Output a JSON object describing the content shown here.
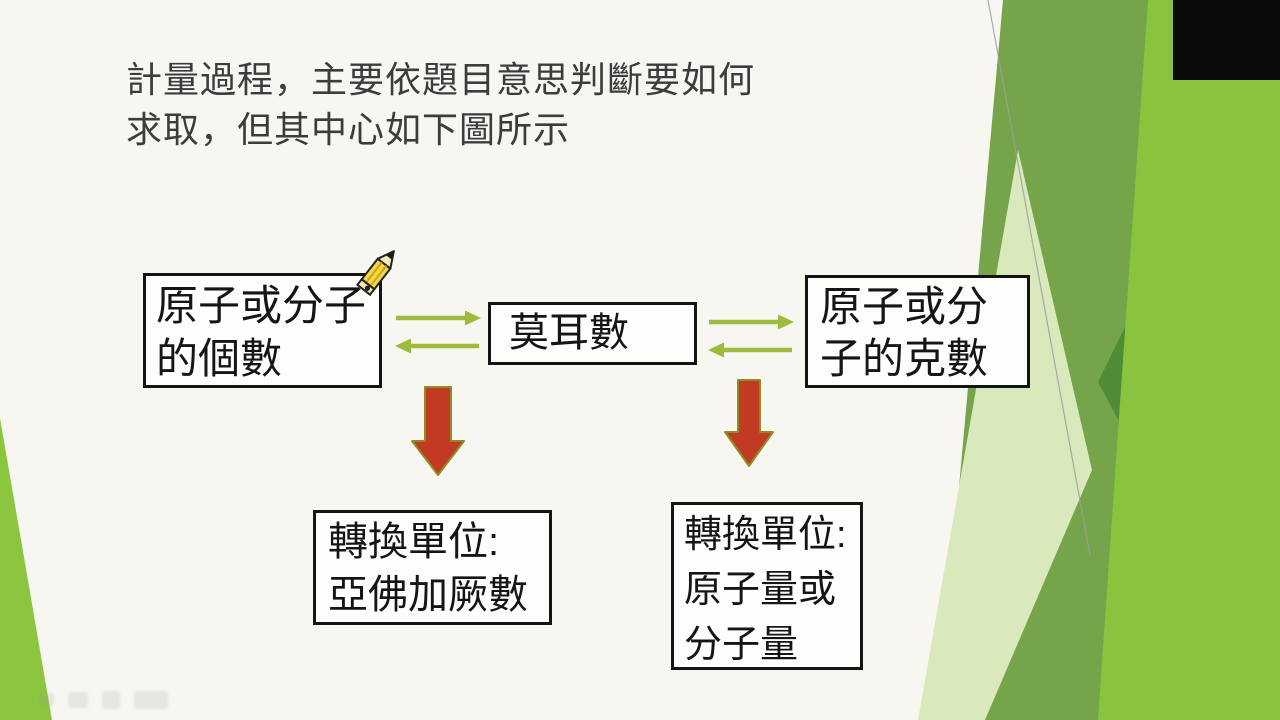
{
  "app": {
    "type": "presentation-slide-frame"
  },
  "title": {
    "lines": [
      "計量過程，主要依題目意思判斷要如何",
      "求取，但其中心如下圖所示"
    ]
  },
  "diagram": {
    "boxes": {
      "count": {
        "lines": [
          "原子或分子",
          "的個數"
        ]
      },
      "mole": {
        "lines": [
          "莫耳數"
        ]
      },
      "gram": {
        "lines": [
          "原子或分",
          "子的克數"
        ]
      },
      "unit_count": {
        "lines": [
          "轉換單位:",
          "亞佛加厥數"
        ]
      },
      "unit_mass": {
        "lines": [
          "轉換單位:",
          "原子量或",
          "分子量"
        ]
      }
    },
    "icons": [
      {
        "name": "pencil-icon"
      }
    ],
    "colors": {
      "green_arrow": "#9cbb3b",
      "red_arrow_fill": "#c23a22",
      "red_arrow_outline": "#8d8d25",
      "box_border": "#141414"
    }
  },
  "background": {
    "colors": {
      "base": "#f8f6f1",
      "olive_green": "#76a44b",
      "pale_green": "#d9e9bb",
      "dark_green": "#4f8c37",
      "bright_green": "#8ac43e",
      "left_wedge_green": "#8cc63e",
      "corner_black": "#0b0b09"
    }
  }
}
